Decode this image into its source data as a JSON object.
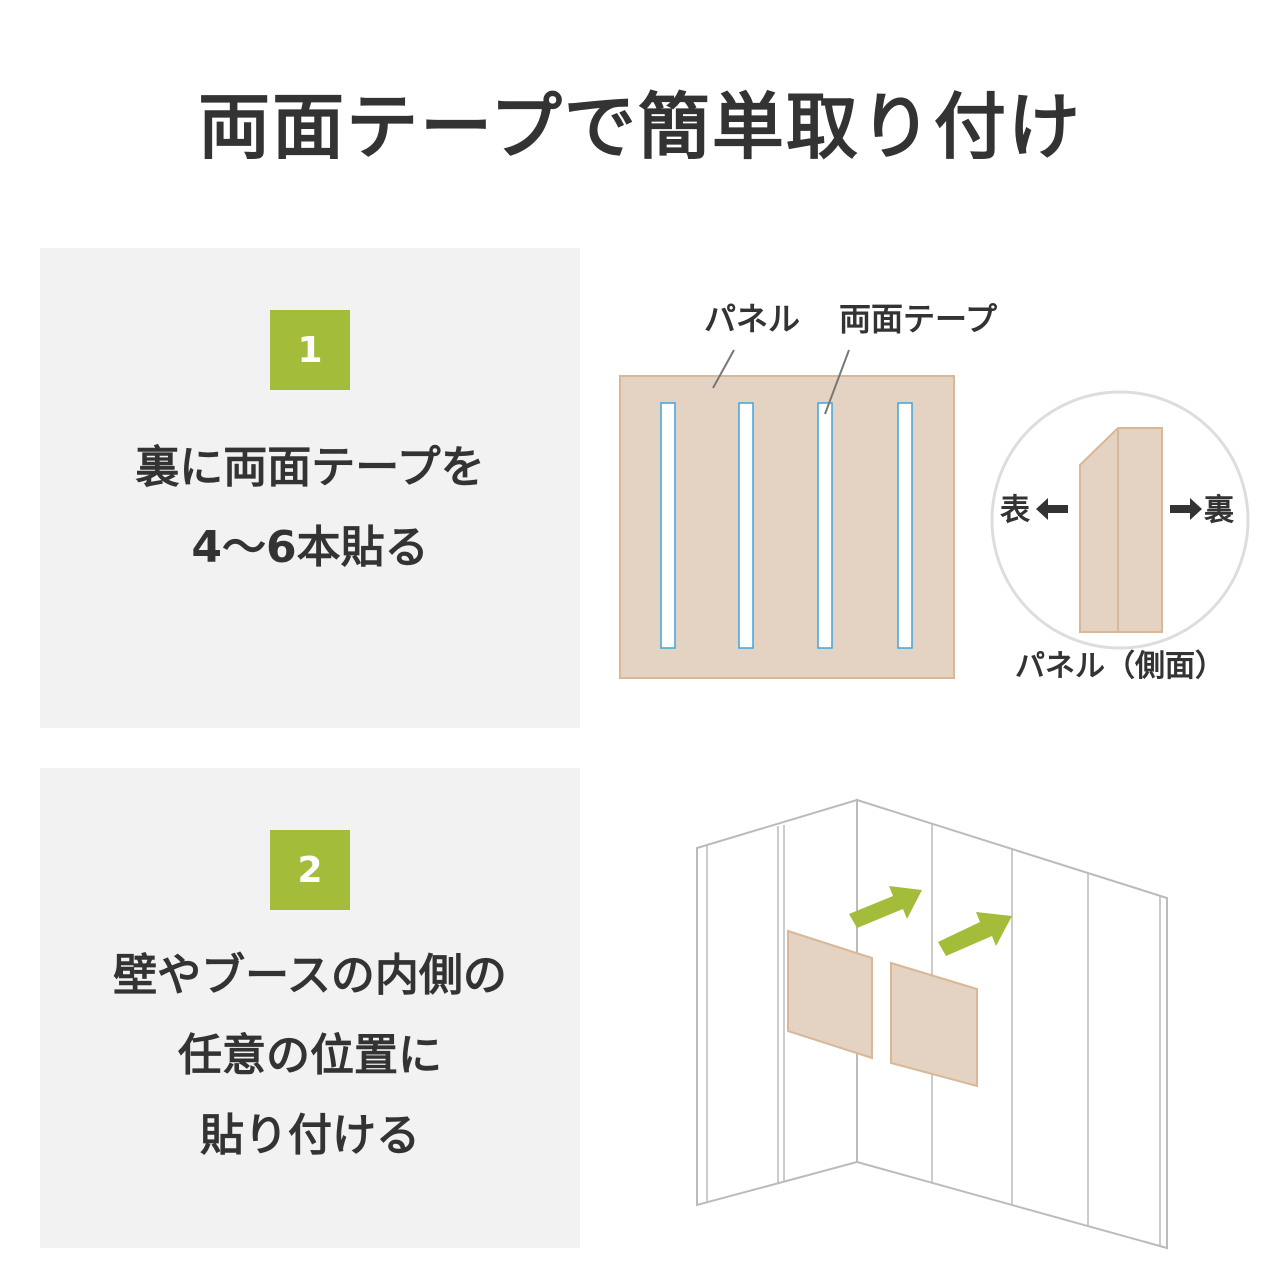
{
  "title": "両面テープで簡単取り付け",
  "step1": {
    "number": "1",
    "lines": [
      "裏に両面テープを",
      "4〜6本貼る"
    ],
    "diagram": {
      "label_panel": "パネル",
      "label_tape": "両面テープ",
      "label_front": "表",
      "label_back": "裏",
      "label_side": "パネル（側面）"
    }
  },
  "step2": {
    "number": "2",
    "lines": [
      "壁やブースの内側の",
      "任意の位置に",
      "貼り付ける"
    ]
  },
  "colors": {
    "accent": "#a3bd3a",
    "panel_fill": "#e4d3c3",
    "panel_stroke": "#d8b896",
    "tape": "#3ea6dc",
    "box_bg": "#f2f2f2"
  }
}
